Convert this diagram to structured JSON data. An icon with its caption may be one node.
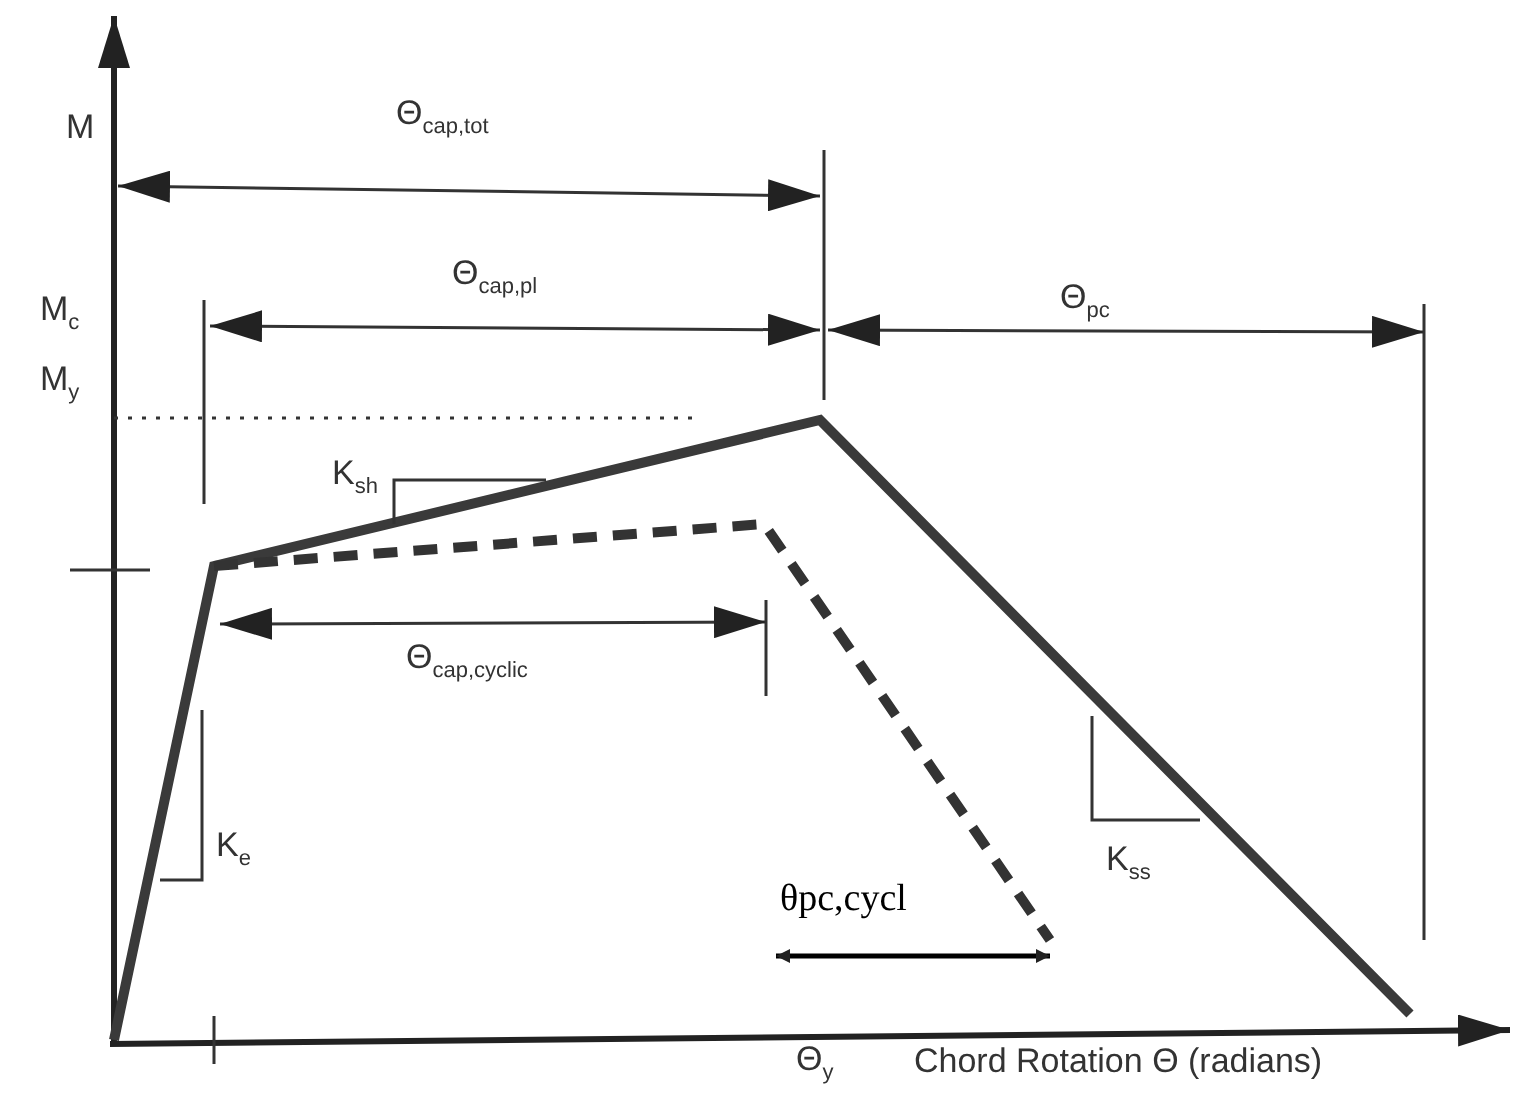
{
  "diagram": {
    "labels": [
      "M",
      "Θ$_{cap,tot}$",
      "M$_{c}$",
      "Θ$_{cap,pl}$",
      "Θ$_{pc}$",
      "M$_{y}$",
      "K$_{sh}$",
      "Θ$_{cap,cyclic}$",
      "K$_{e}$",
      "θpc,cycl",
      "K$_{ss}$",
      "Θ$_{y}$",
      "Chord Rotation Θ (radians)"
    ]
  }
}
